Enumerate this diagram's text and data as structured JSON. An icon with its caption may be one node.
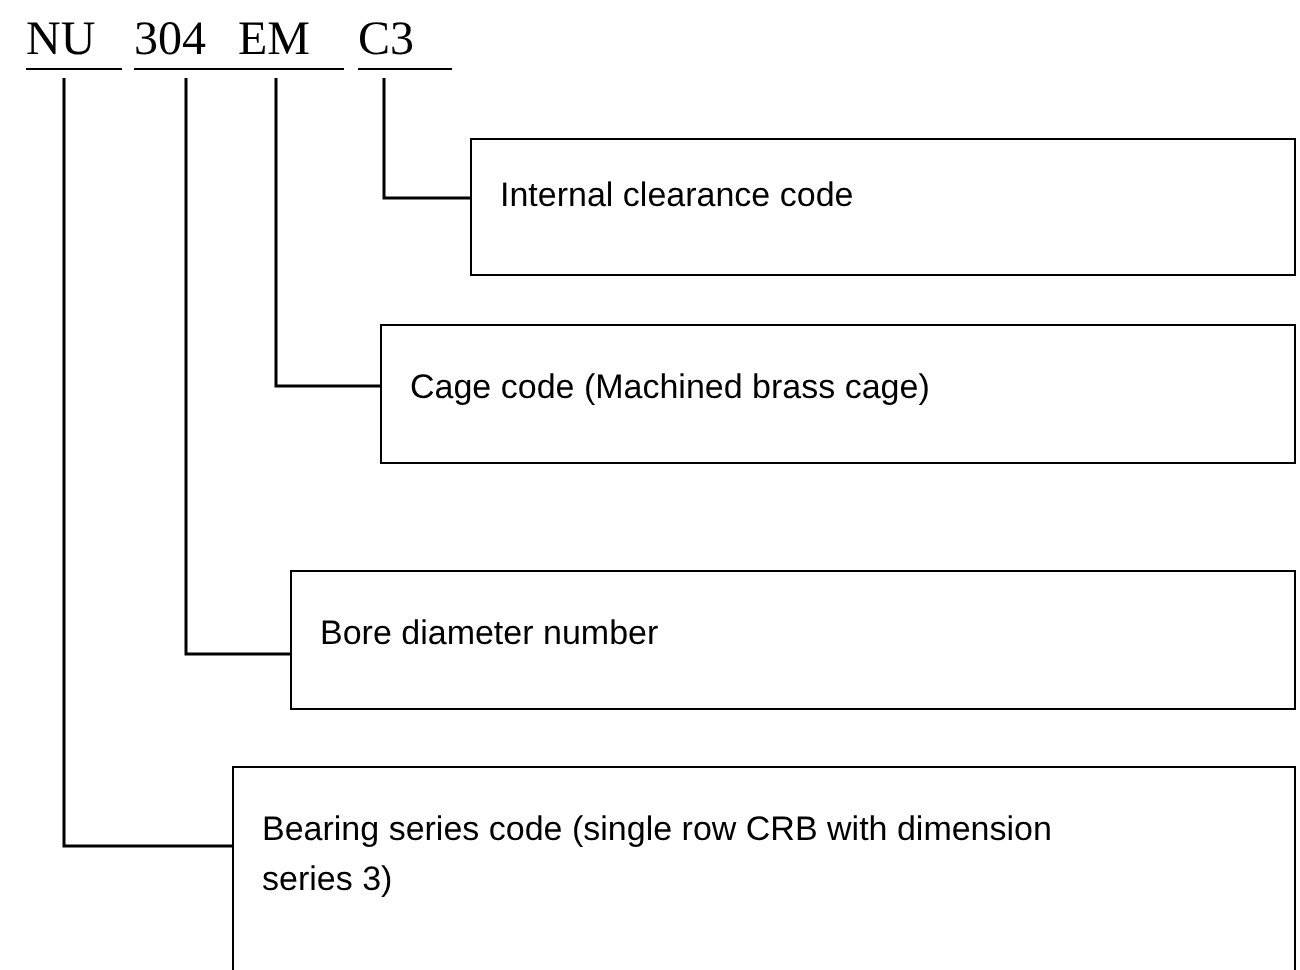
{
  "diagram": {
    "nodes": [
      {
        "text": [
          "NU"
        ]
      },
      {
        "text": [
          "304"
        ]
      },
      {
        "text": [
          "EM"
        ]
      },
      {
        "text": [
          "C3"
        ]
      },
      {
        "text": [
          "Internal clearance code"
        ]
      },
      {
        "text": [
          "Cage code (Machined brass cage)"
        ]
      },
      {
        "text": [
          "Bore diameter number"
        ]
      },
      {
        "text": [
          "Bearing series code (single row CRB with dimension series 3)"
        ]
      }
    ],
    "edges": [
      {
        "from": 3,
        "to": 4,
        "arrow": "none"
      },
      {
        "from": 2,
        "to": 5,
        "arrow": "none"
      },
      {
        "from": 1,
        "to": 6,
        "arrow": "none"
      },
      {
        "from": 0,
        "to": 7,
        "arrow": "none"
      }
    ]
  }
}
